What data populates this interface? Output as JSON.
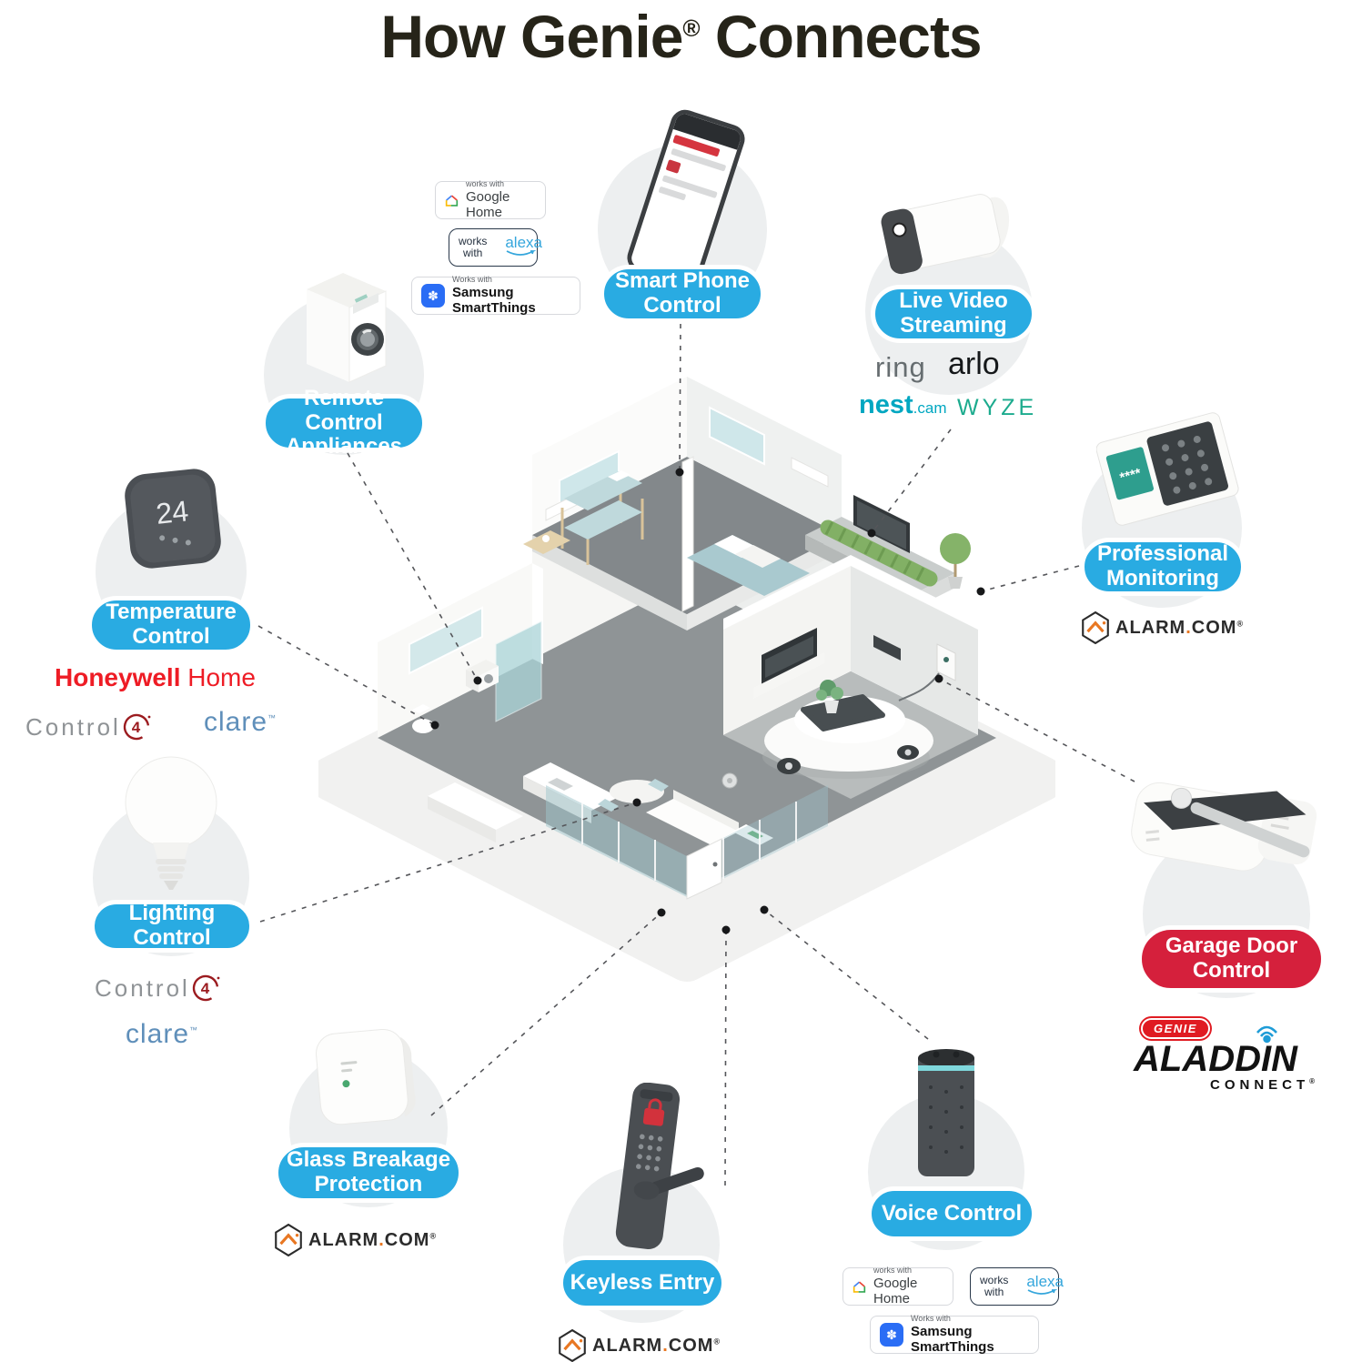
{
  "title": {
    "part1": "How Genie",
    "registered": "®",
    "part2": " Connects"
  },
  "colors": {
    "accent_blue": "#29abe2",
    "accent_red": "#d5203c",
    "halo_gray": "#edeff0",
    "title_color": "#262419",
    "line_color": "#55565a"
  },
  "features": {
    "smart_phone": {
      "label": "Smart Phone\nControl"
    },
    "live_video": {
      "label": "Live Video\nStreaming"
    },
    "professional_monitoring": {
      "label": "Professional\nMonitoring"
    },
    "remote_appliances": {
      "label": "Remote Control\nAppliances"
    },
    "temperature": {
      "label": "Temperature\nControl"
    },
    "lighting": {
      "label": "Lighting Control"
    },
    "glass_breakage": {
      "label": "Glass Breakage\nProtection"
    },
    "keyless": {
      "label": "Keyless Entry"
    },
    "voice": {
      "label": "Voice Control"
    },
    "garage_door": {
      "label": "Garage Door\nControl"
    }
  },
  "brands": {
    "google_home": {
      "small": "works with",
      "name": "Google Home"
    },
    "alexa": {
      "small_line1": "works",
      "small_line2": "with",
      "name": "alexa"
    },
    "smartthings": {
      "small": "Works with",
      "name": "Samsung SmartThings",
      "icon_glyph": "✽"
    },
    "ring": "ring",
    "arlo": "arlo",
    "nest": {
      "main": "nest",
      "suffix": ".cam"
    },
    "wyze": "WYZE",
    "alarm": {
      "main": "ALARM",
      "dot": ".",
      "tld": "COM",
      "reg": "®"
    },
    "honeywell": {
      "bold": "Honeywell",
      "regular": " Home"
    },
    "control4": {
      "text": "Control",
      "num": "4"
    },
    "clare": {
      "text": "clare",
      "tm": "™"
    },
    "genie": "GENIE",
    "aladdin": {
      "pre": "ALADD",
      "i": "I",
      "post": "N",
      "sub": "CONNECT",
      "reg": "®"
    }
  },
  "thermostat_value": "24",
  "keypad_display": "****"
}
